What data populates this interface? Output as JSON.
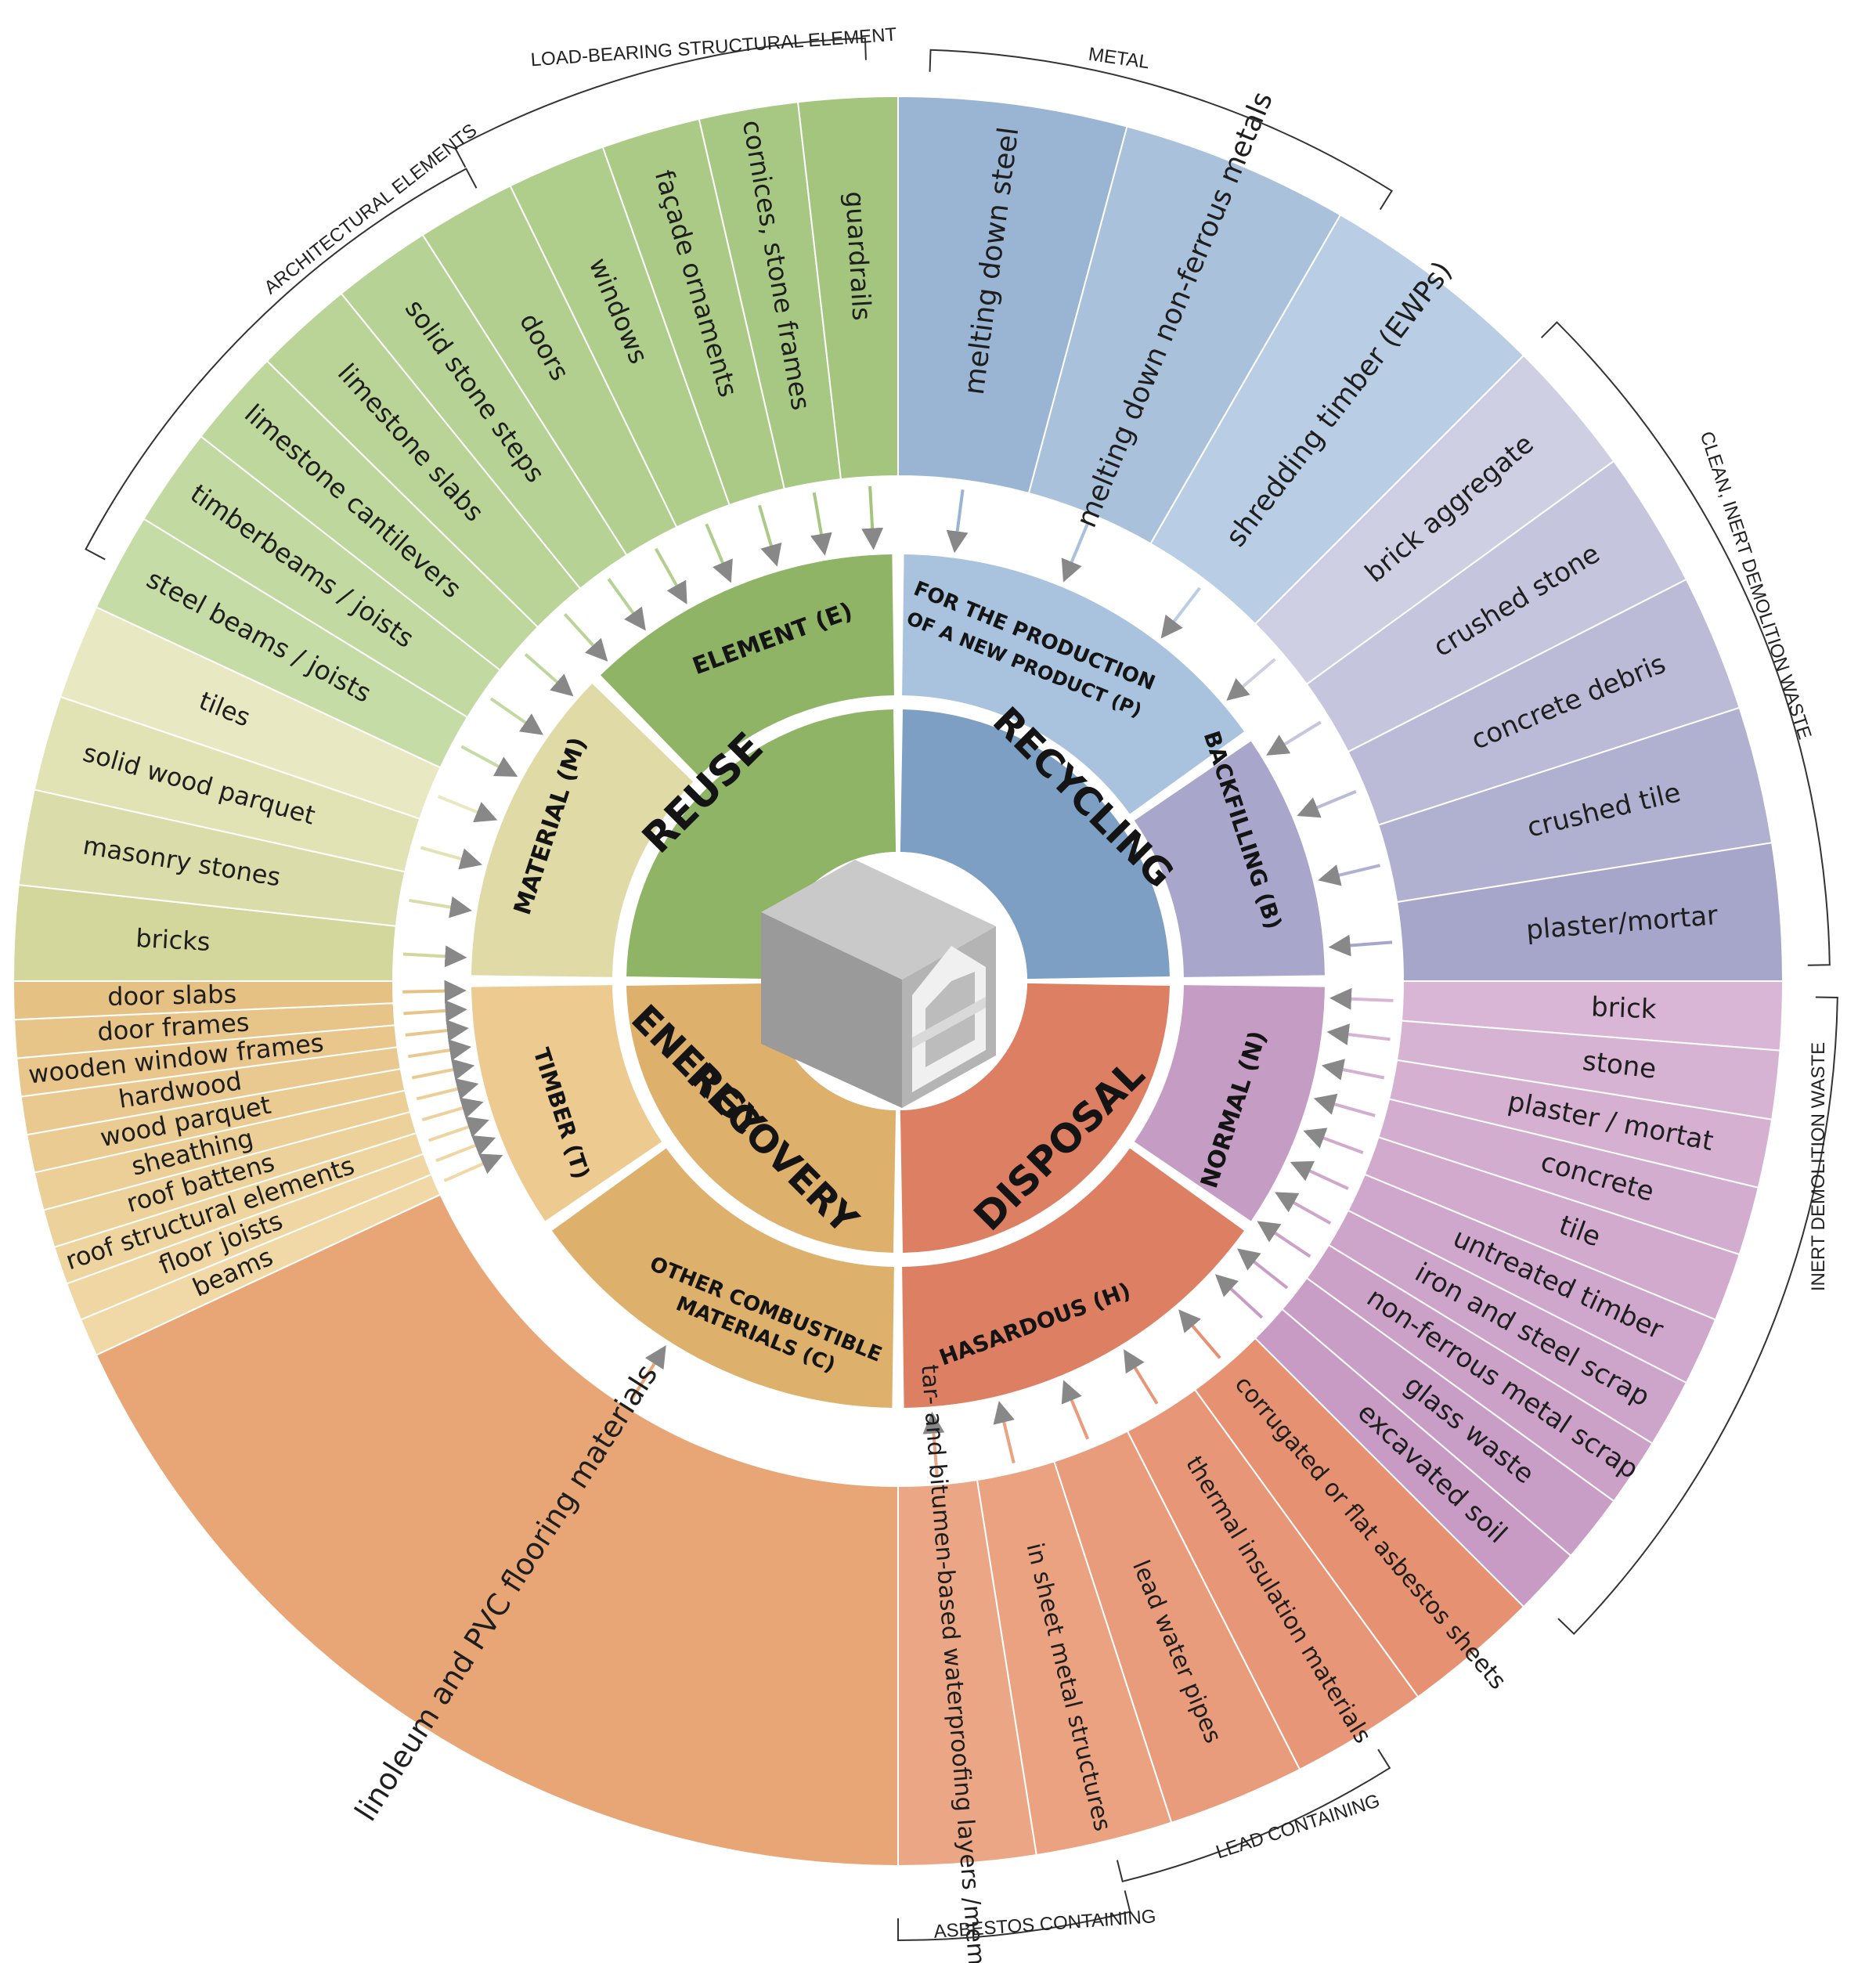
{
  "colors": {
    "reuse": "#8fb466",
    "recycling": "#7d9fc4",
    "energy": "#ddb06c",
    "disposal": "#dd7f62",
    "element_outer": "#a3c57d",
    "element_outer_light": "#dfe8c8",
    "metal_outer": "#9ab5d4",
    "backfill_outer": "#a6a6cb",
    "normal_outer": "#c79bc4",
    "timber_outer": "#e6c184",
    "material_outer": "#d3d79c",
    "combustible_outer": "#e1a06e",
    "hazard_outer": "#e59172",
    "bracket": "#333333",
    "house": "#a8a8a8"
  },
  "hubs": {
    "reuse": "REUSE",
    "recycling": "RECYCLING",
    "energy_line1": "ENERGY",
    "energy_line2": "RECOVERY",
    "disposal": "DISPOSAL"
  },
  "subcategories": {
    "element": "ELEMENT (E)",
    "material": "MATERIAL (M)",
    "production_line1": "FOR THE PRODUCTION",
    "production_line2": "OF A NEW PRODUCT (P)",
    "backfilling": "BACKFILLING (B)",
    "timber": "TIMBER (T)",
    "combustible_line1": "OTHER COMBUSTIBLE",
    "combustible_line2": "MATERIALS (C)",
    "normal": "NORMAL (N)",
    "hazardous": "HASARDOUS (H)"
  },
  "items": {
    "element": [
      "steel beams / joists",
      "timberbeams / joists",
      "limestone cantilevers",
      "limestone slabs",
      "solid stone steps",
      "doors",
      "windows",
      "façade ornaments",
      "cornices, stone frames",
      "guardrails"
    ],
    "material": [
      "bricks",
      "masonry stones",
      "solid wood parquet",
      "tiles"
    ],
    "production": [
      "melting down steel",
      "melting down non-ferrous metals",
      "shredding timber (EWPs)"
    ],
    "backfilling": [
      "brick aggregate",
      "crushed stone",
      "concrete debris",
      "crushed tile",
      "plaster/mortar"
    ],
    "normal": [
      "brick",
      "stone",
      "plaster / mortat",
      "concrete",
      "tile",
      "untreated timber",
      "iron and steel scrap",
      "non-ferrous metal scrap",
      "glass waste",
      "excavated soil"
    ],
    "hazardous": [
      "corrugated or flat asbestos sheets",
      "thermal insulation materials",
      "lead water pipes",
      "in sheet metal structures",
      "tar- and bitumen-based waterproofing layers /membranes"
    ],
    "combustible": [
      "linoleum and PVC flooring materials"
    ],
    "timber": [
      "beams",
      "floor joists",
      "roof structural elements",
      "roof battens",
      "sheathing",
      "wood parquet",
      "hardwood",
      "wooden window frames",
      "door frames",
      "door slabs"
    ]
  },
  "groups": {
    "load_bearing": "LOAD-BEARING STRUCTURAL ELEMENT",
    "architectural": "ARCHITECTURAL ELEMENTS",
    "metal": "METAL",
    "clean_inert": "CLEAN, INERT DEMOLITION WASTE",
    "inert": "INERT DEMOLITION WASTE",
    "lead": "LEAD CONTAINING",
    "asbestos": "ASBESTOS CONTAINING"
  }
}
